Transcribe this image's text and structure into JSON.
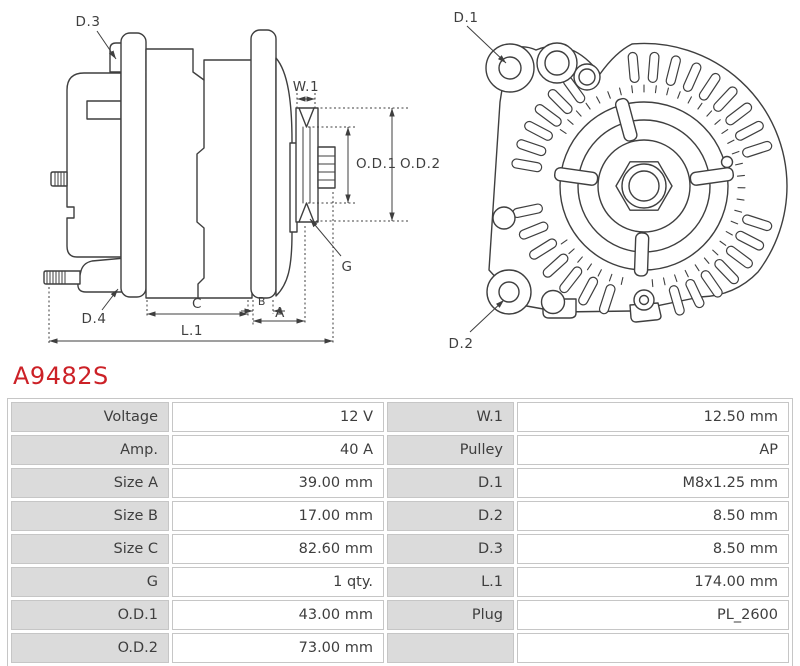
{
  "page": {
    "part_number": "A9482S"
  },
  "colors": {
    "accent_red": "#cc2127",
    "line_color": "#3f3f3f",
    "cell_bg": "#dbdbdb",
    "cell_border": "#c6c6c6",
    "text_color": "#3e3e3e"
  },
  "diagram": {
    "side_view_labels": {
      "d3": "D.3",
      "d4": "D.4",
      "w1": "W.1",
      "od1": "O.D.1",
      "od2": "O.D.2",
      "g": "G",
      "c": "C",
      "b": "B",
      "a": "A",
      "l1": "L.1"
    },
    "front_view_labels": {
      "d1": "D.1",
      "d2": "D.2"
    }
  },
  "specs": {
    "rows": [
      {
        "label": "Voltage",
        "value": "12 V",
        "label2": "W.1",
        "value2": "12.50 mm"
      },
      {
        "label": "Amp.",
        "value": "40 A",
        "label2": "Pulley",
        "value2": "AP"
      },
      {
        "label": "Size A",
        "value": "39.00 mm",
        "label2": "D.1",
        "value2": "M8x1.25 mm"
      },
      {
        "label": "Size B",
        "value": "17.00 mm",
        "label2": "D.2",
        "value2": "8.50 mm"
      },
      {
        "label": "Size C",
        "value": "82.60 mm",
        "label2": "D.3",
        "value2": "8.50 mm"
      },
      {
        "label": "G",
        "value": "1 qty.",
        "label2": "L.1",
        "value2": "174.00 mm"
      },
      {
        "label": "O.D.1",
        "value": "43.00 mm",
        "label2": "Plug",
        "value2": "PL_2600"
      },
      {
        "label": "O.D.2",
        "value": "73.00 mm",
        "label2": "",
        "value2": ""
      }
    ]
  }
}
